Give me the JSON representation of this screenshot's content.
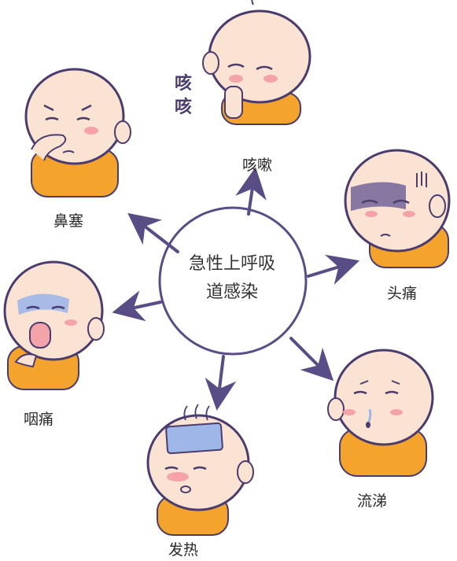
{
  "center": {
    "line1": "急性上呼吸",
    "line2": "道感染"
  },
  "symptoms": {
    "cough": "咳嗽",
    "nasal_congestion": "鼻塞",
    "headache": "头痛",
    "sore_throat": "咽痛",
    "runny_nose": "流涕",
    "fever": "发热"
  },
  "cough_sound": "咳咳",
  "colors": {
    "outline": "#4a3c6e",
    "skin": "#fbe3d3",
    "shirt": "#f4a42c",
    "blush": "#f4a3a8",
    "circle_stroke": "#5a4d86",
    "arrow": "#5a4d86",
    "bruise": "#6b5b95",
    "cold_pack": "#9fb6e8"
  },
  "icons": [
    "coughing-baby",
    "nose-blocked-baby",
    "headache-baby",
    "sore-throat-baby",
    "runny-nose-baby",
    "fever-baby"
  ]
}
